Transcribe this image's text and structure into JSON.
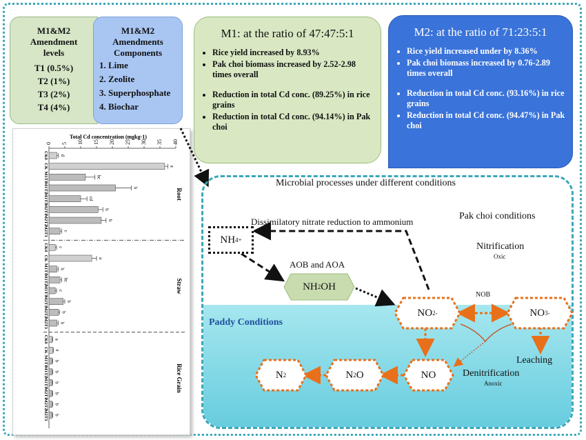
{
  "amendments": {
    "levels": {
      "heading1": "M1&M2",
      "heading2": "Amendment",
      "heading3": "levels",
      "items": [
        "T1 (0.5%)",
        "T2 (1%)",
        "T3 (2%)",
        "T4 (4%)"
      ]
    },
    "components": {
      "heading1": "M1&M2",
      "heading2": "Amendments",
      "heading3": "Components",
      "items": [
        "1. Lime",
        "2. Zeolite",
        "3. Superphosphate",
        "4. Biochar"
      ]
    }
  },
  "m1": {
    "title": "M1: at the ratio of 47:47:5:1",
    "bullets": [
      "Rice yield increased by 8.93%",
      "Pak choi biomass increased by 2.52-2.98 times overall",
      "Reduction in total Cd conc. (89.25%) in rice grains",
      "Reduction in total Cd conc. (94.14%) in Pak choi"
    ]
  },
  "m2": {
    "title": "M2: at the ratio of 71:23:5:1",
    "bullets": [
      "Rice yield increased under by 8.36%",
      "Pak choi biomass increased by 0.76-2.89 times overall",
      "Reduction in total Cd conc. (93.16%) in rice grains",
      "Reduction in total Cd conc. (94.47%) in Pak choi"
    ]
  },
  "microbial": {
    "title": "Microbial processes under different conditions",
    "pak_choi_conditions": "Pak choi conditions",
    "paddy_conditions": "Paddy Conditions",
    "dnra": "Dissimilatory nitrate reduction to ammonium",
    "nitrification": "Nitrification",
    "oxic": "Oxic",
    "aob_aoa": "AOB and AOA",
    "nob": "NOB",
    "leaching": "Leaching",
    "denitrification": "Denitrification",
    "anoxic": "Anoxic",
    "nodes": {
      "nh4": "NH",
      "nh4_sub": "4",
      "nh4_sup": "+",
      "nh2oh_a": "NH",
      "nh2oh_sub": "2",
      "nh2oh_b": "OH",
      "no2": "NO",
      "no2_sub": "2",
      "no2_sup": "-",
      "no3": "NO",
      "no3_sub": "3",
      "no3_sup": "-",
      "no": "NO",
      "n2o_a": "N",
      "n2o_sub": "2",
      "n2o_b": "O",
      "n2": "N",
      "n2_sub": "2"
    },
    "colors": {
      "orange": "#e8701a",
      "teal": "#3aa7b8",
      "paddy": "#7fd6e4"
    }
  },
  "chart_data": {
    "type": "bar",
    "orientation": "horizontal",
    "title": "Total Cd concentration (mgkg-1)",
    "xlim": [
      0,
      40
    ],
    "ticks": [
      0,
      5,
      10,
      15,
      20,
      25,
      30,
      35,
      40
    ],
    "groups": [
      {
        "name": "Root",
        "bars": [
          {
            "label": "CK0",
            "value": 2.5,
            "err": 0.5,
            "letter": "d"
          },
          {
            "label": "CK",
            "value": 36.5,
            "err": 1.0,
            "letter": "a"
          },
          {
            "label": "M1T1",
            "value": 11.5,
            "err": 3.0,
            "letter": "bc"
          },
          {
            "label": "M1T2",
            "value": 21.0,
            "err": 5.0,
            "letter": "b"
          },
          {
            "label": "M1T3",
            "value": 10.0,
            "err": 2.0,
            "letter": "cd"
          },
          {
            "label": "M2T1",
            "value": 15.5,
            "err": 1.5,
            "letter": "b"
          },
          {
            "label": "M2T2",
            "value": 16.5,
            "err": 1.5,
            "letter": "b"
          },
          {
            "label": "M2T3",
            "value": 3.5,
            "err": 0.5,
            "letter": "c"
          }
        ]
      },
      {
        "name": "Straw",
        "bars": [
          {
            "label": "CK0",
            "value": 2.0,
            "err": 0.4,
            "letter": "c"
          },
          {
            "label": "CK",
            "value": 13.5,
            "err": 1.5,
            "letter": "a"
          },
          {
            "label": "M1T1",
            "value": 2.5,
            "err": 0.4,
            "letter": "b"
          },
          {
            "label": "M1T2",
            "value": 3.5,
            "err": 0.5,
            "letter": "bc"
          },
          {
            "label": "M1T3",
            "value": 2.0,
            "err": 0.4,
            "letter": "c"
          },
          {
            "label": "M2T1",
            "value": 4.5,
            "err": 0.5,
            "letter": "b"
          },
          {
            "label": "M2T2",
            "value": 3.0,
            "err": 0.4,
            "letter": "b"
          },
          {
            "label": "M2T3",
            "value": 2.5,
            "err": 0.4,
            "letter": "b"
          }
        ]
      },
      {
        "name": "Rice Grain",
        "bars": [
          {
            "label": "CK0",
            "value": 1.0,
            "err": 0.2,
            "letter": "a"
          },
          {
            "label": "CK",
            "value": 1.2,
            "err": 0.2,
            "letter": "a"
          },
          {
            "label": "M1T1",
            "value": 1.0,
            "err": 0.2,
            "letter": "b"
          },
          {
            "label": "M1T2",
            "value": 1.0,
            "err": 0.2,
            "letter": "b"
          },
          {
            "label": "M1T3",
            "value": 1.0,
            "err": 0.2,
            "letter": "b"
          },
          {
            "label": "M2T1",
            "value": 1.0,
            "err": 0.2,
            "letter": "b"
          },
          {
            "label": "M2T2",
            "value": 1.0,
            "err": 0.2,
            "letter": "b"
          },
          {
            "label": "M2T3",
            "value": 1.0,
            "err": 0.2,
            "letter": "b"
          }
        ]
      }
    ],
    "grid": false
  }
}
